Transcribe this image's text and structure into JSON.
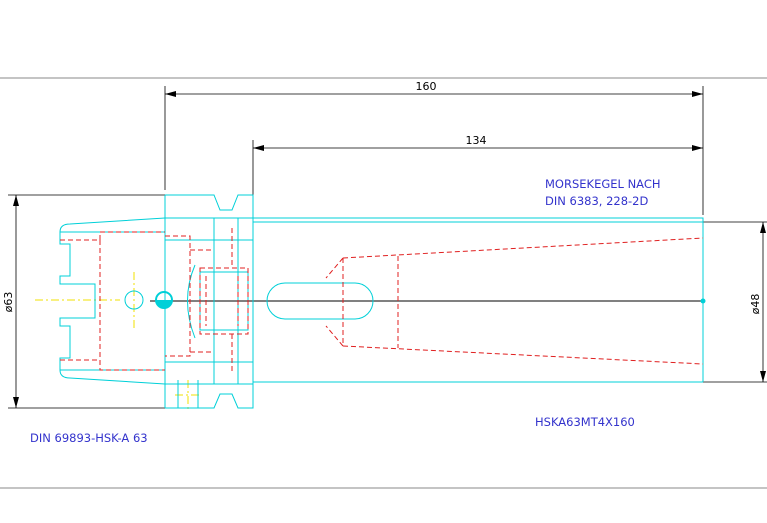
{
  "dimensions": {
    "overall_length": "160",
    "taper_length": "134",
    "flange_diameter": "ø63",
    "shank_diameter": "ø48"
  },
  "notes": {
    "morse_line1": "MORSEKEGEL NACH",
    "morse_line2": "DIN 6383, 228-2D",
    "standard": "DIN 69893-HSK-A 63",
    "part_code": "HSKA63MT4X160"
  },
  "colors": {
    "outline": "#00d0d8",
    "hidden": "#e02020",
    "center": "#f0e000",
    "dimension": "#000000",
    "text": "#3333cc"
  }
}
